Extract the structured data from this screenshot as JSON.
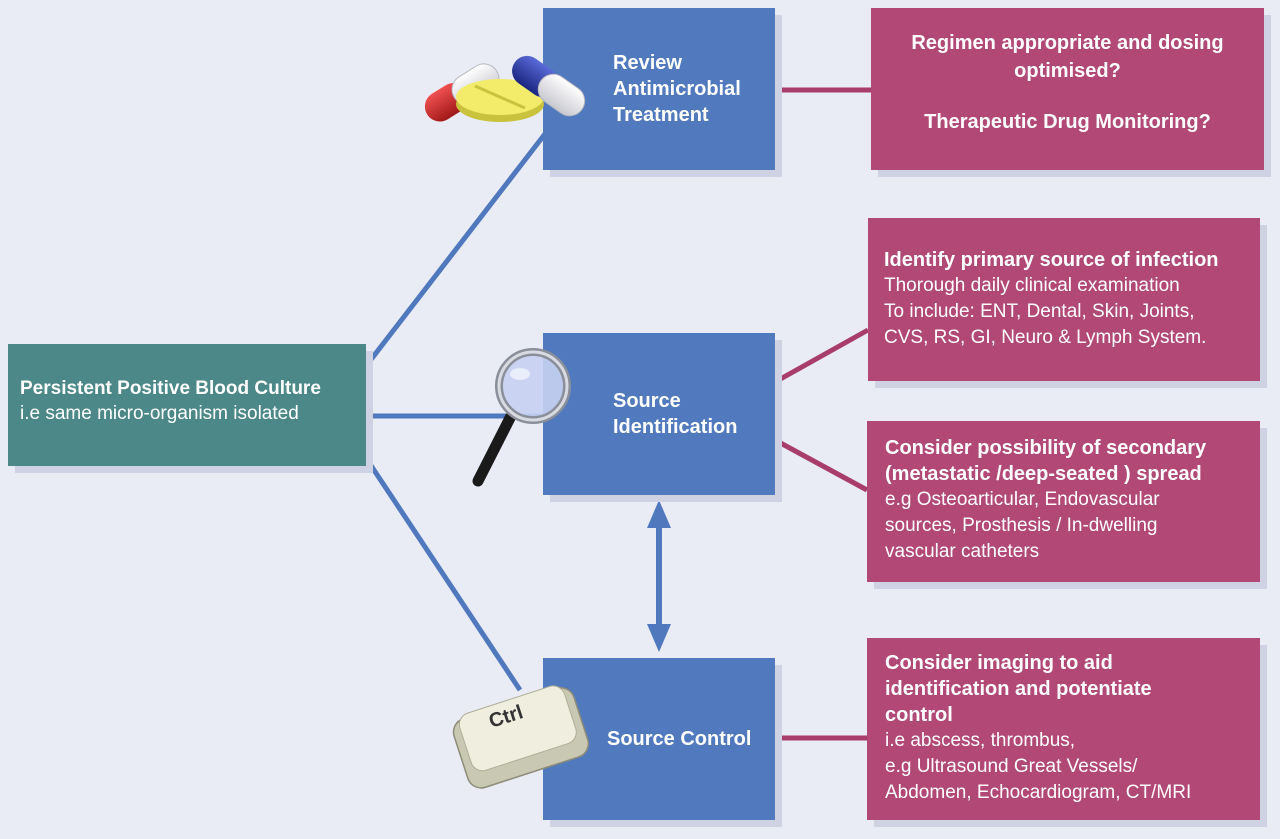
{
  "root": {
    "title": "Persistent Positive Blood Culture",
    "subtitle": "i.e same micro-organism isolated"
  },
  "steps": {
    "review": "Review Antimicrobial Treatment",
    "identify": "Source Identification",
    "control": "Source Control"
  },
  "notes": {
    "review": {
      "line1": "Regimen appropriate and dosing optimised?",
      "line2": "Therapeutic Drug Monitoring?"
    },
    "identify_primary": {
      "title": "Identify primary source of infection",
      "lines": [
        "Thorough daily clinical examination",
        "To include: ENT, Dental, Skin, Joints,",
        "CVS, RS, GI, Neuro & Lymph System."
      ]
    },
    "secondary": {
      "title": "Consider possibility of secondary (metastatic /deep-seated ) spread",
      "lines": [
        "e.g Osteoarticular, Endovascular",
        "sources, Prosthesis / In-dwelling",
        "vascular catheters"
      ]
    },
    "imaging": {
      "title": "Consider imaging to aid identification and potentiate control",
      "lines": [
        "i.e  abscess, thrombus,",
        "e.g Ultrasound Great Vessels/",
        "Abdomen, Echocardiogram, CT/MRI"
      ]
    }
  },
  "icons": {
    "key_label": "Ctrl",
    "pills": "pills-icon",
    "magnifier": "magnifying-glass-icon",
    "key": "ctrl-key-icon"
  },
  "colors": {
    "background": "#e9ebf5",
    "root_box": "#4d8888",
    "step_box": "#5079be",
    "note_box": "#b14876",
    "blue_line": "#4f78bd",
    "magenta_line": "#a83d6c"
  }
}
